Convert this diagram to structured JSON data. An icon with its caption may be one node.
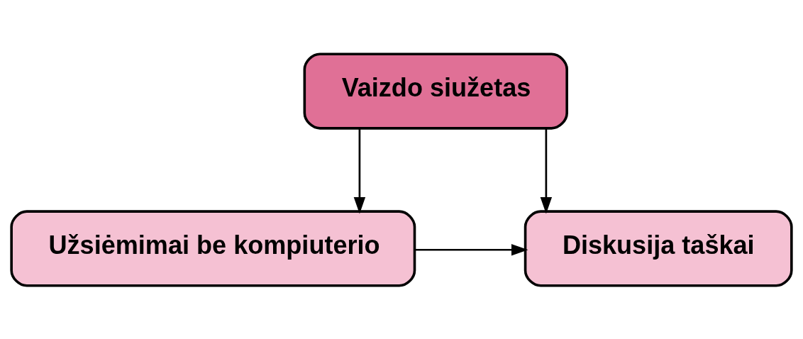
{
  "diagram": {
    "nodes": [
      {
        "text": [
          "Vaizdo siužetas"
        ]
      },
      {
        "text": [
          "Diskusija taškai"
        ]
      },
      {
        "text": [
          "Užsiėmimai be kompiuterio"
        ]
      }
    ],
    "edges": [
      {
        "from": 0,
        "to": 1,
        "arrow": "to"
      },
      {
        "from": 0,
        "to": 2,
        "arrow": "to"
      },
      {
        "from": 2,
        "to": 1,
        "arrow": "to"
      }
    ]
  }
}
